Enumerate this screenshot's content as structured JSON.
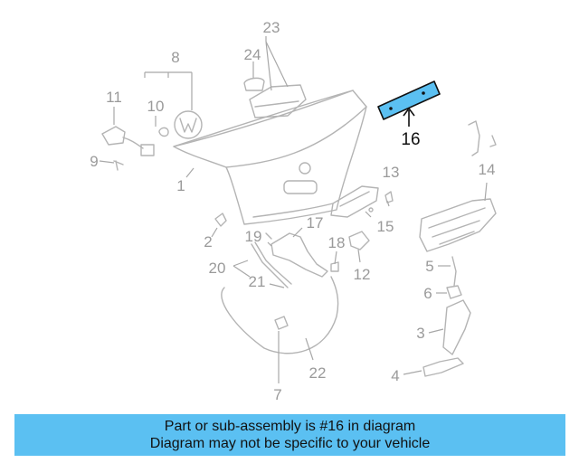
{
  "diagram": {
    "callouts": {
      "c1": "1",
      "c2": "2",
      "c3": "3",
      "c4": "4",
      "c5": "5",
      "c6": "6",
      "c7": "7",
      "c8": "8",
      "c9": "9",
      "c10": "10",
      "c11": "11",
      "c12": "12",
      "c13": "13",
      "c14": "14",
      "c15": "15",
      "c16": "16",
      "c17": "17",
      "c18": "18",
      "c19": "19",
      "c20": "20",
      "c21": "21",
      "c22": "22",
      "c23": "23",
      "c24": "24"
    },
    "highlighted_part": "16",
    "highlight_color": "#5bc0f2",
    "banner_color": "#5bc0f2"
  },
  "banner": {
    "line1": "Part or sub-assembly is #16 in diagram",
    "line2": "Diagram may not be specific to your vehicle"
  }
}
